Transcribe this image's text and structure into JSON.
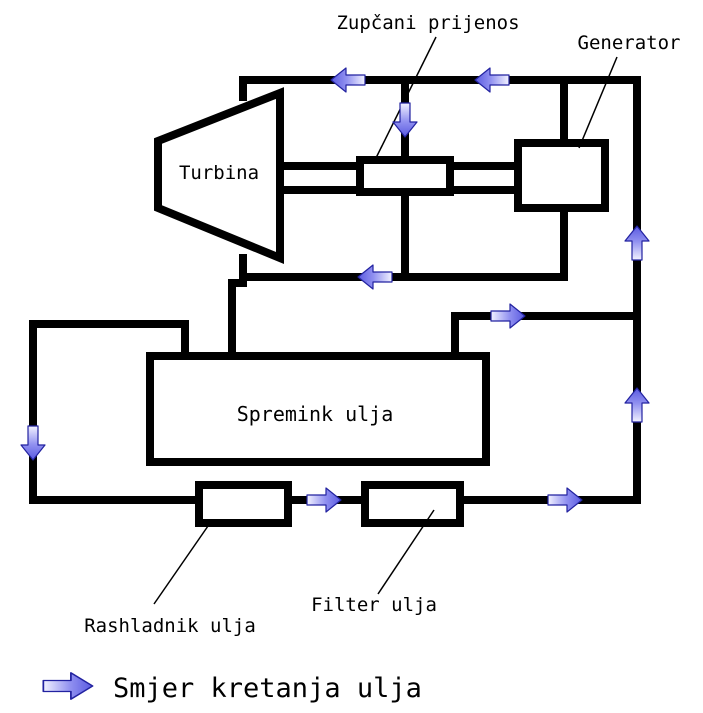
{
  "diagram": {
    "labels": {
      "gear": "Zupčani prijenos",
      "generator": "Generator",
      "turbine": "Turbina",
      "tank": "Spremink ulja",
      "cooler": "Rashladnik ulja",
      "filter": "Filter ulja"
    },
    "legend": {
      "text": "Smjer kretanja ulja"
    },
    "colors": {
      "line": "#000000",
      "arrow_fill": "#5a5ae0",
      "arrow_light": "#f2f2ff",
      "arrow_edge": "#2222a0",
      "background": "#ffffff"
    },
    "icons": {
      "flow_arrow": "block-arrow-icon"
    }
  }
}
